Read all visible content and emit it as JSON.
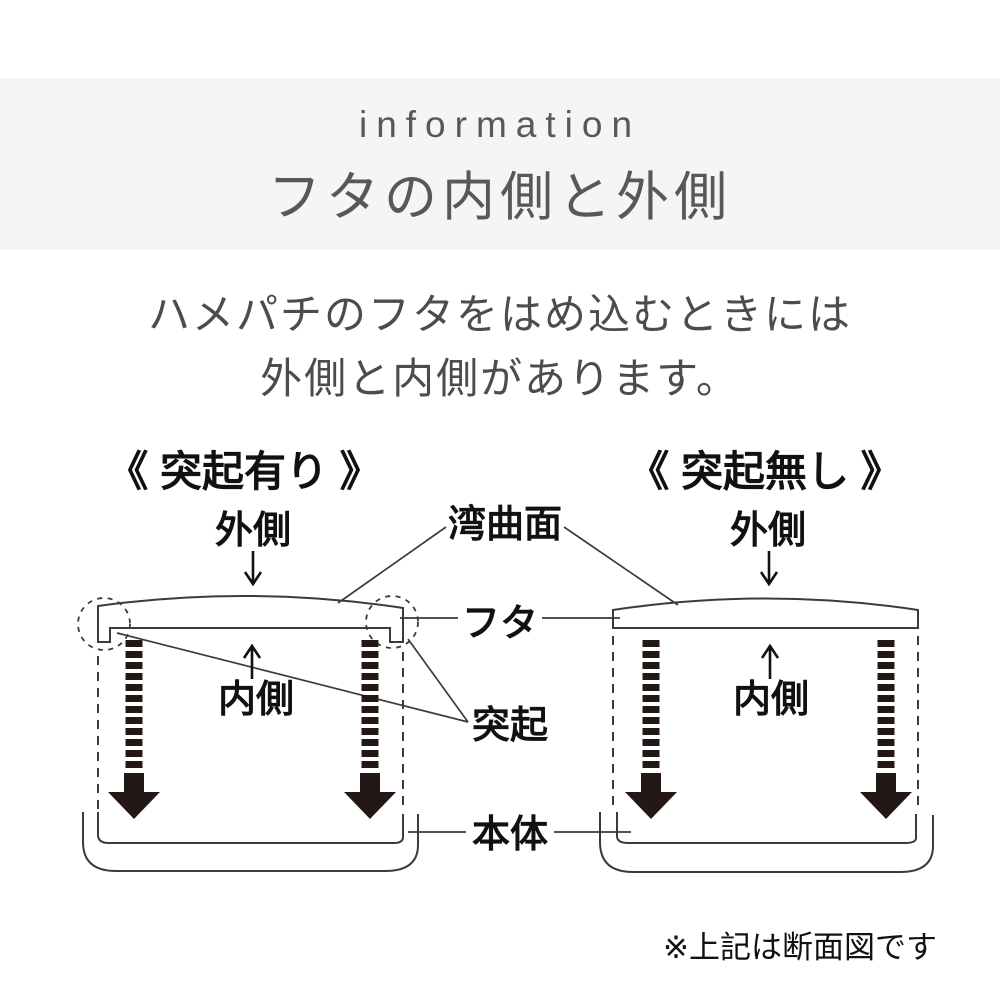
{
  "page": {
    "background": "#ffffff"
  },
  "header": {
    "band_color": "#f5f5f5",
    "text_color": "#595757",
    "eyebrow": "information",
    "title": "フタの内側と外側"
  },
  "intro": {
    "text_color": "#4c4c4c",
    "line1": "ハメパチのフタをはめ込むときには",
    "line2": "外側と内側があります。"
  },
  "diagram": {
    "line_color": "#3e3a39",
    "label_color": "#111111",
    "arrow_color": "#231815",
    "left": {
      "heading": "《 突起有り 》",
      "outside_label": "外側",
      "inside_label": "内側"
    },
    "right": {
      "heading": "《 突起無し 》",
      "outside_label": "外側",
      "inside_label": "内側"
    },
    "shared_labels": {
      "curved_surface": "湾曲面",
      "lid": "フタ",
      "protrusion": "突起",
      "body": "本体"
    },
    "note": "※上記は断面図です"
  }
}
